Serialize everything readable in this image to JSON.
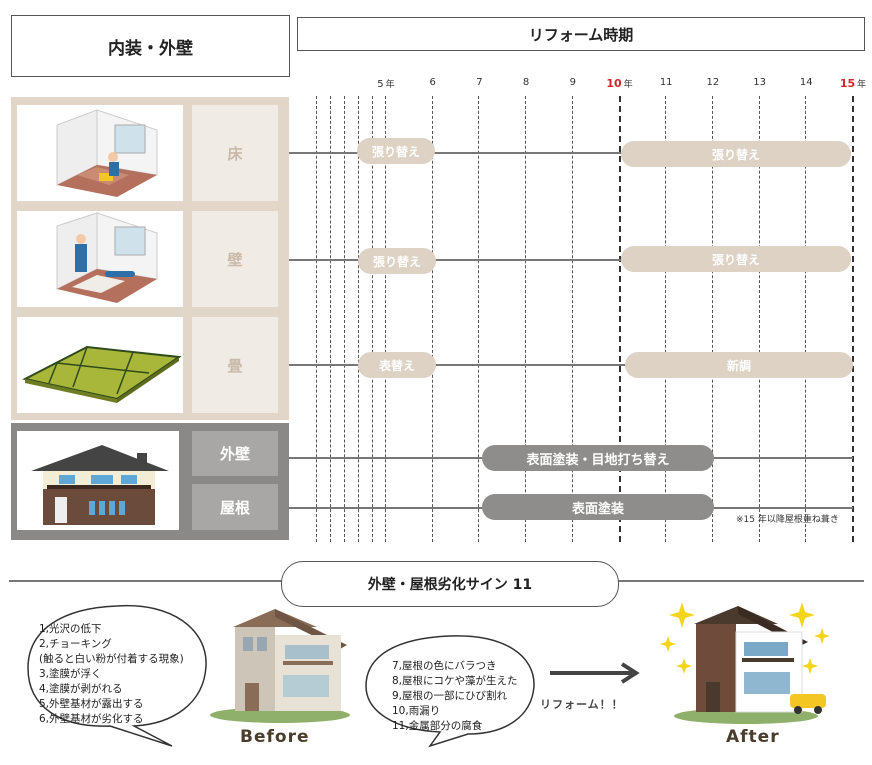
{
  "header": {
    "left_title": "内装・外壁",
    "right_title": "リフォーム時期"
  },
  "timeline": {
    "ticks": [
      {
        "label": "5",
        "unit": "年",
        "highlight": false
      },
      {
        "label": "6",
        "unit": "",
        "highlight": false
      },
      {
        "label": "7",
        "unit": "",
        "highlight": false
      },
      {
        "label": "8",
        "unit": "",
        "highlight": false
      },
      {
        "label": "9",
        "unit": "",
        "highlight": false
      },
      {
        "label": "10",
        "unit": "年",
        "highlight": true
      },
      {
        "label": "11",
        "unit": "",
        "highlight": false
      },
      {
        "label": "12",
        "unit": "",
        "highlight": false
      },
      {
        "label": "13",
        "unit": "",
        "highlight": false
      },
      {
        "label": "14",
        "unit": "",
        "highlight": false
      },
      {
        "label": "15",
        "unit": "年",
        "highlight": true
      }
    ]
  },
  "rows": {
    "floor": {
      "label": "床",
      "pill_a": "張り替え",
      "pill_b": "張り替え"
    },
    "wall": {
      "label": "壁",
      "pill_a": "張り替え",
      "pill_b": "張り替え"
    },
    "tatami": {
      "label": "畳",
      "pill_a": "表替え",
      "pill_b": "新調"
    },
    "exterior": {
      "label": "外壁",
      "pill": "表面塗装・目地打ち替え"
    },
    "roof": {
      "label": "屋根",
      "pill": "表面塗装",
      "note": "※15 年以降屋根重ね葺き"
    }
  },
  "signs": {
    "title": "外壁・屋根劣化サイン 11",
    "left_list": [
      "1,光沢の低下",
      "2,チョーキング",
      "(触ると白い粉が付着する現象)",
      "3,塗膜が浮く",
      "4,塗膜が剥がれる",
      "5,外壁基材が露出する",
      "6,外壁基材が劣化する"
    ],
    "right_list": [
      "7,屋根の色にバラつき",
      "8,屋根にコケや藻が生えた",
      "9,屋根の一部にひび割れ",
      "10,雨漏り",
      "11,金属部分の腐食"
    ],
    "arrow_label": "リフォーム！！",
    "before_label": "Before",
    "after_label": "After"
  },
  "colors": {
    "beige_panel": "#e1d6c8",
    "gray_panel": "#8a8988",
    "highlight_red": "#d0252b"
  }
}
